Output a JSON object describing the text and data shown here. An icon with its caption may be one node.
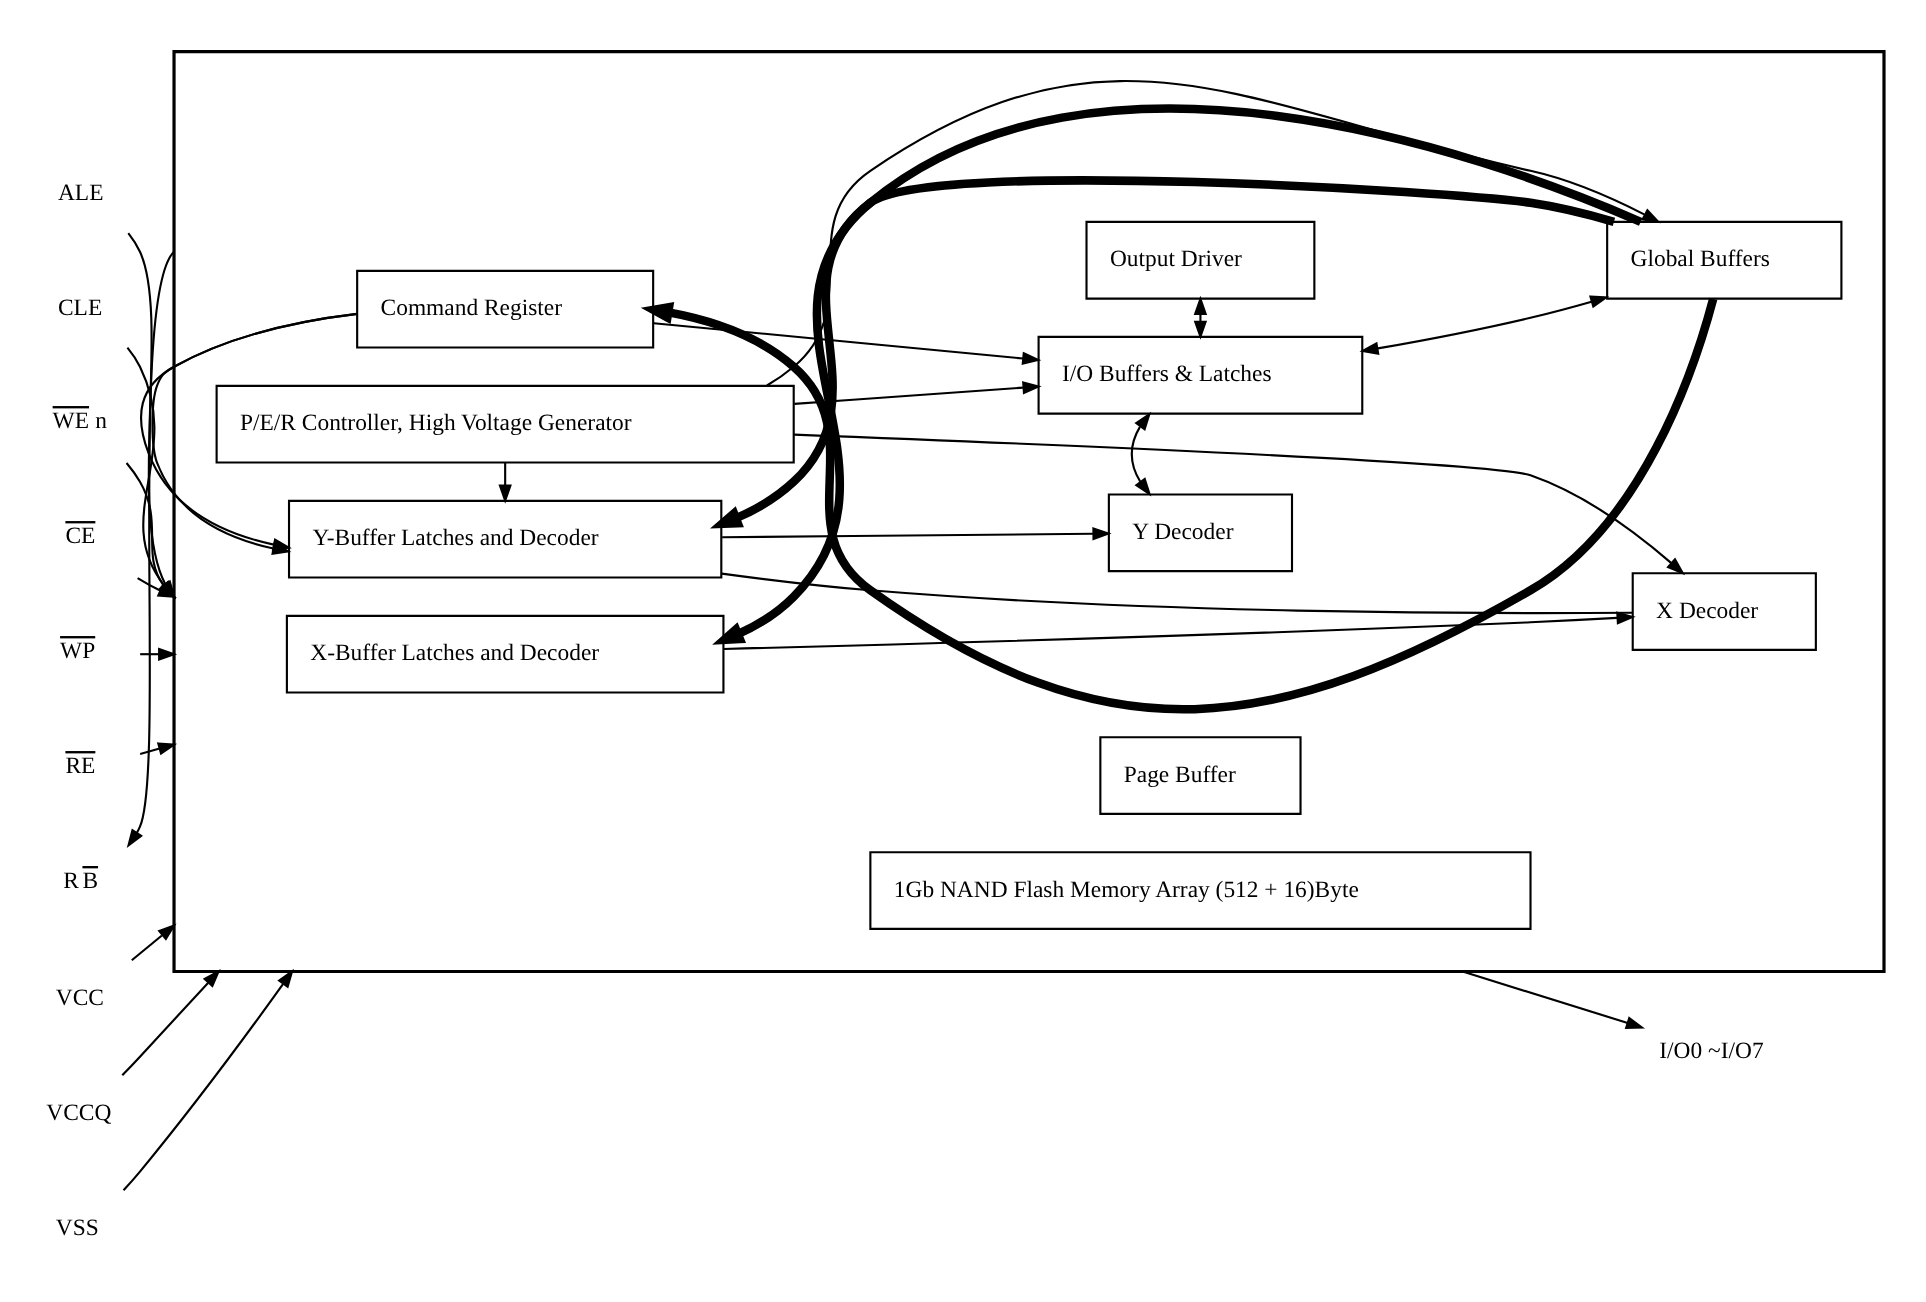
{
  "diagram": {
    "nodes": [
      {
        "text": [],
        "shape": "box"
      },
      {
        "text": [
          "X-Buffer Latches and Decoder"
        ],
        "in": 0
      },
      {
        "text": [
          "Y-Buffer Latches and Decoder"
        ],
        "in": 0
      },
      {
        "text": [
          "X Decoder"
        ],
        "in": 0
      },
      {
        "text": [
          "1Gb NAND Flash Memory Array (512 + 16)Byte"
        ],
        "in": 0
      },
      {
        "text": [
          "Page Buffer"
        ],
        "in": 0
      },
      {
        "text": [
          "Y Decoder"
        ],
        "in": 0
      },
      {
        "text": [
          "Command Register"
        ],
        "in": 0
      },
      {
        "text": [
          "P/E/R Controller, High Voltage Generator"
        ],
        "in": 0
      },
      {
        "text": [
          "I/O Buffers & Latches"
        ],
        "in": 0
      },
      {
        "text": [
          "Global Buffers"
        ],
        "in": 0
      },
      {
        "text": [
          "Output Driver"
        ],
        "in": 0
      },
      {
        "text": [
          "ALE"
        ]
      },
      {
        "text": [
          "CLE"
        ]
      },
      {
        "text": [
          "WEn"
        ]
      },
      {
        "text": [
          "CE"
        ]
      },
      {
        "text": [
          "WP"
        ]
      },
      {
        "text": [
          "RE"
        ]
      },
      {
        "text": [
          "RB"
        ]
      },
      {
        "text": [
          "VCC"
        ]
      },
      {
        "text": [
          "VCCQ"
        ]
      },
      {
        "text": [
          "VSS"
        ]
      },
      {
        "text": [
          "I/O0 ~I/O7"
        ]
      }
    ],
    "edges": [
      {
        "from": 12,
        "to": 0,
        "arrow": "to"
      },
      {
        "from": 13,
        "to": 0,
        "arrow": "to"
      },
      {
        "from": 14,
        "to": 0,
        "arrow": "to"
      },
      {
        "from": 15,
        "to": 0,
        "arrow": "to"
      },
      {
        "from": 16,
        "to": 0,
        "arrow": "to"
      },
      {
        "from": 17,
        "to": 0,
        "arrow": "to"
      },
      {
        "from": 0,
        "to": 18,
        "arrow": "to"
      },
      {
        "from": 19,
        "to": 0,
        "arrow": "to"
      },
      {
        "from": 20,
        "to": 0,
        "arrow": "to"
      },
      {
        "from": 21,
        "to": 0,
        "arrow": "to"
      },
      {
        "from": 0,
        "to": 22,
        "arrow": "to"
      },
      {
        "from": 10,
        "to": 1,
        "arrow": "to",
        "style": "thick"
      },
      {
        "from": 10,
        "to": 2,
        "arrow": "to",
        "style": "thick"
      },
      {
        "from": 10,
        "to": 7,
        "arrow": "to",
        "style": "thick"
      },
      {
        "from": 1,
        "to": 3,
        "arrow": "to"
      },
      {
        "from": 2,
        "to": 3,
        "arrow": "none"
      },
      {
        "from": 2,
        "to": 6,
        "arrow": "to"
      },
      {
        "from": 7,
        "to": 2,
        "arrow": "to"
      },
      {
        "from": 7,
        "to": 2,
        "arrow": "to"
      },
      {
        "from": 8,
        "to": 3,
        "arrow": "to"
      },
      {
        "from": 8,
        "to": 2,
        "arrow": "to"
      },
      {
        "from": 7,
        "to": 9,
        "arrow": "to"
      },
      {
        "from": 8,
        "to": 9,
        "arrow": "to"
      },
      {
        "from": 8,
        "to": 10,
        "arrow": "to"
      },
      {
        "from": 6,
        "to": 9,
        "arrow": "both"
      },
      {
        "from": 9,
        "to": 10,
        "arrow": "both"
      },
      {
        "from": 9,
        "to": 11,
        "arrow": "both"
      }
    ]
  }
}
